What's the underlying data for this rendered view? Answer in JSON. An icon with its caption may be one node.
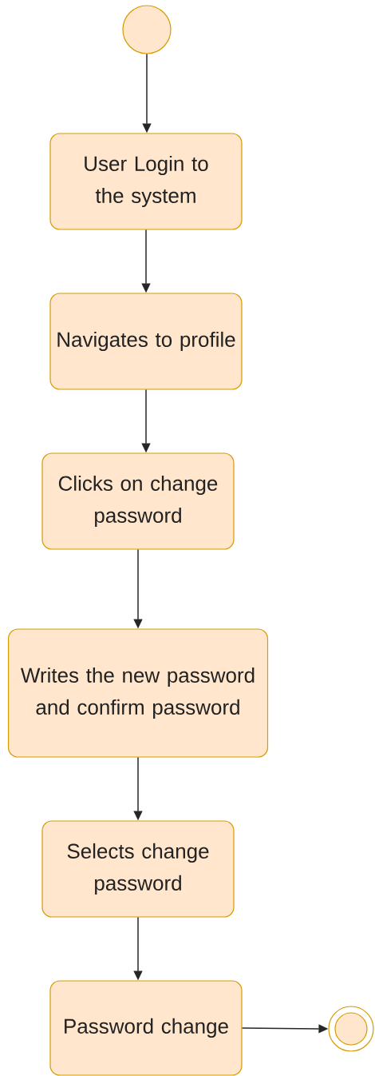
{
  "diagram": {
    "nodes": [
      {
        "text": [],
        "shape": "circle"
      },
      {
        "text": [
          "User Login to the system"
        ]
      },
      {
        "text": [
          "Navigates to profile"
        ]
      },
      {
        "text": [
          "Clicks on change password"
        ]
      },
      {
        "text": [
          "Writes the new password and confirm password"
        ]
      },
      {
        "text": [
          "Selects change password"
        ]
      },
      {
        "text": [
          "Password change"
        ]
      },
      {
        "text": [],
        "shape": "double-circle"
      }
    ],
    "edges": [
      {
        "from": 0,
        "to": 1,
        "arrow": "to"
      },
      {
        "from": 1,
        "to": 2,
        "arrow": "to"
      },
      {
        "from": 2,
        "to": 3,
        "arrow": "to"
      },
      {
        "from": 3,
        "to": 4,
        "arrow": "to"
      },
      {
        "from": 4,
        "to": 5,
        "arrow": "to"
      },
      {
        "from": 5,
        "to": 6,
        "arrow": "to"
      },
      {
        "from": 6,
        "to": 7,
        "arrow": "to"
      }
    ]
  }
}
